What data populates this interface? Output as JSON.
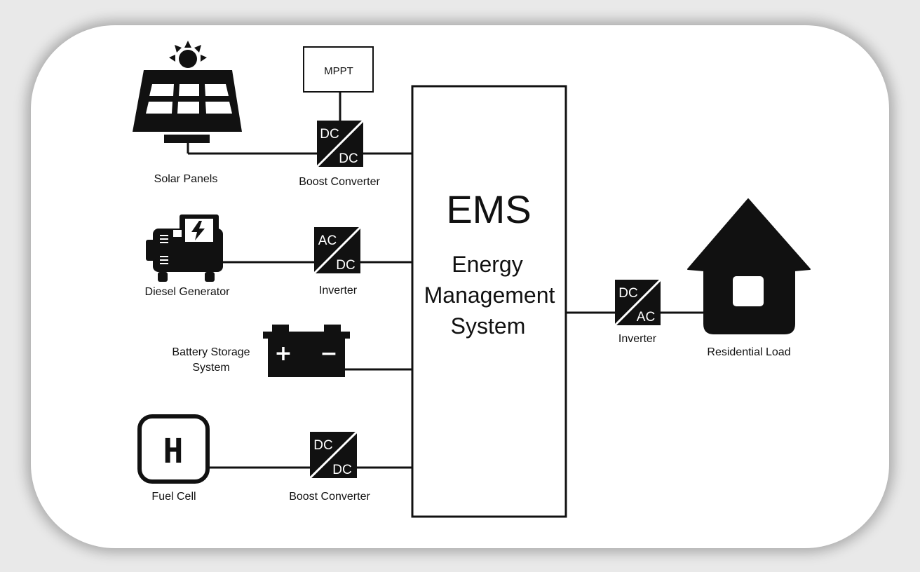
{
  "components": {
    "mppt": "MPPT",
    "solar": "Solar Panels",
    "boost1": "Boost Converter",
    "diesel": "Diesel Generator",
    "inverter1": "Inverter",
    "battery_line1": "Battery Storage",
    "battery_line2": "System",
    "fuel_cell": "Fuel Cell",
    "fuel_cell_symbol": "H",
    "boost2": "Boost Converter",
    "inverter2": "Inverter",
    "residential": "Residential Load"
  },
  "ems": {
    "title": "EMS",
    "line1": "Energy",
    "line2": "Management",
    "line3": "System"
  },
  "converters": {
    "c1_top": "DC",
    "c1_bottom": "DC",
    "c2_top": "AC",
    "c2_bottom": "DC",
    "c3_top": "DC",
    "c3_bottom": "DC",
    "c4_top": "DC",
    "c4_bottom": "AC"
  },
  "battery_terminals": {
    "plus": "+",
    "minus": "−"
  }
}
